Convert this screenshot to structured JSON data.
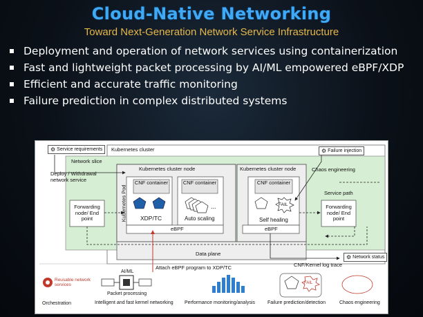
{
  "title": "Cloud-Native Networking",
  "subtitle": "Toward Next-Generation Network Service Infrastructure",
  "bullets": [
    "Deployment and operation of network services using containerization",
    "Fast and lightweight packet processing by AI/ML empowered eBPF/XDP",
    "Efficient and accurate traffic monitoring",
    "Failure prediction in complex distributed systems"
  ],
  "diagram": {
    "service_requirements": "Service requirements",
    "kubernetes_cluster": "Kubernetes cluster",
    "failure_injection": "Failure injection",
    "network_slice": "Network slice",
    "deploy_withdrawal": "Deploy / Withdrawal network service",
    "node1_title": "Kubernetes cluster node",
    "node2_title": "Kubernetes cluster node",
    "kubernetes_pod": "Kubernetes Pod",
    "cnf_container": "CNF container",
    "xdp_tc": "XDP/TC",
    "auto_scaling": "Auto scaling",
    "ellipsis": "...",
    "ebpf": "eBPF",
    "self_healing": "Self healing",
    "fail": "FAIL",
    "chaos_engineering_label": "Chaos engineering",
    "service_path": "Service path",
    "forwarding_left": "Forwarding node/ End point",
    "forwarding_right": "Forwarding node/ End point",
    "data_plane": "Data plane",
    "network_status": "Network status",
    "cnf_kernel_log": "CNF/Kernel log trace",
    "attach_ebpf": "Attach eBPF program to XDP/TC",
    "aiml": "AI/ML",
    "reusable": "Reusable network services",
    "orchestration": "Orchestration",
    "packet_processing": "Packet processing",
    "intelligent_kernel": "Intelligent and fast kernel networking",
    "performance_monitoring": "Performance monitoring/analysis",
    "failure_prediction": "Failure prediction/detection",
    "chaos_engineering": "Chaos engineering",
    "fail_bottom": "FAIL"
  },
  "colors": {
    "title": "#3fa9f5",
    "subtitle": "#e6b84a",
    "network_slice_bg": "#d6eed3",
    "node_bg": "#dcdcdc",
    "pentagon_blue": "#1f5fa8",
    "monitor_bars": "#2e7fd0",
    "reusable_red": "#c0392b"
  }
}
